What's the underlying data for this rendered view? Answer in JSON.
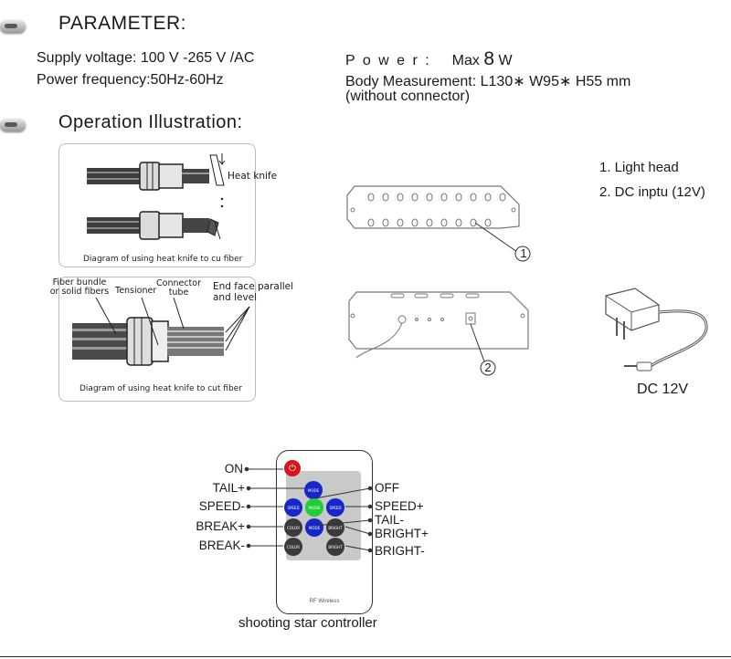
{
  "params": {
    "heading": "PARAMETER:",
    "supply_voltage": "Supply  voltage: 100 V -265 V /AC",
    "power_label": "P o w e r :",
    "power_prefix": "Max",
    "power_value": "8",
    "power_unit": "W",
    "power_frequency": "Power frequency:50Hz-60Hz",
    "body_measurement": "Body  Measurement: L130∗ W95∗ H55 mm",
    "body_note": "(without connector)"
  },
  "operation": {
    "heading": "Operation Illustration:",
    "panel1_label": "Heat  knife",
    "panel1_caption": "Diagram of using heat knife to cu fiber",
    "panel2_labels": {
      "fiber_bundle_line1": "Fiber bundle",
      "fiber_bundle_line2": "or solid fibers",
      "tensioner": "Tensioner",
      "connector_line1": "Connector",
      "connector_line2": "tube",
      "endface_line1": "End face parallel",
      "endface_line2": "and  level"
    },
    "panel2_caption": "Diagram of using heat knife to cut fiber"
  },
  "legend": {
    "item1": "1.  Light head",
    "item2": "2.  DC inptu (12V)"
  },
  "device": {
    "marker1": "1",
    "marker2": "2",
    "adapter_label": "DC 12V"
  },
  "remote": {
    "left_labels": [
      "ON",
      "TAIL+",
      "SPEED-",
      "BREAK+",
      "BREAK-"
    ],
    "right_labels": [
      "OFF",
      "SPEED+",
      "TAIL-",
      "BRIGHT+",
      "BRIGHT-"
    ],
    "buttons": {
      "power": "",
      "mode": "MODE",
      "speed_minus": "SPEED",
      "pause": "PAUSE",
      "speed_plus": "SPEED",
      "color_plus": "COLOR",
      "mode2": "MODE",
      "bright_plus": "BRIGHT",
      "color_minus": "COLOR",
      "bright_minus": "BRIGHT"
    },
    "brand": "RF Wireless",
    "caption": "shooting star controller"
  },
  "colors": {
    "power_button": "#d8141c",
    "blue_button": "#1626c8",
    "green_button": "#22cc3a",
    "dark_button": "#3a3a3a"
  }
}
